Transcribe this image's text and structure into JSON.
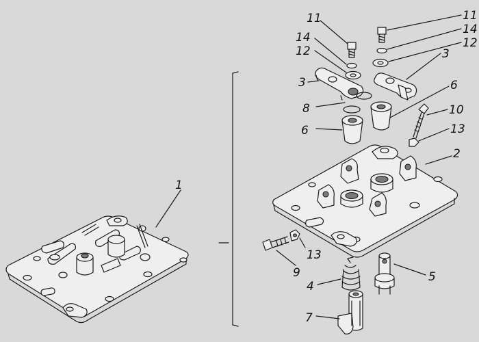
{
  "callouts": {
    "c1": "1",
    "c2": "2",
    "c3a": "3",
    "c3b": "3",
    "c4": "4",
    "c5": "5",
    "c6a": "6",
    "c6b": "6",
    "c7": "7",
    "c8": "8",
    "c9": "9",
    "c10": "10",
    "c11a": "11",
    "c11b": "11",
    "c12a": "12",
    "c12b": "12",
    "c13a": "13",
    "c13b": "13",
    "c14a": "14",
    "c14b": "14"
  }
}
